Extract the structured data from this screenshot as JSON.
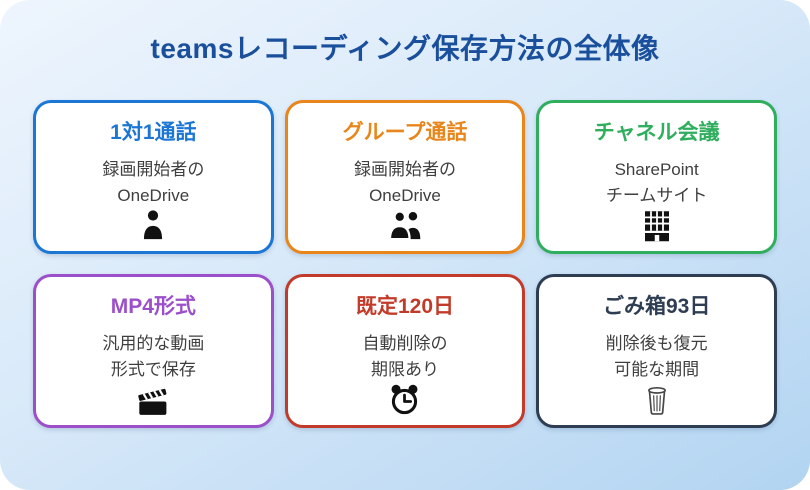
{
  "page": {
    "title": "teamsレコーディング保存方法の全体像",
    "title_color": "#1a4f9c",
    "background_gradient": [
      "#eef5fd",
      "#b2d4f1"
    ],
    "body_text_color": "#3f3f3f"
  },
  "cards": [
    {
      "id": "one-on-one-call",
      "title": "1対1通話",
      "lines": [
        "録画開始者の",
        "OneDrive"
      ],
      "color": "#1b76d4",
      "icon": "person-icon"
    },
    {
      "id": "group-call",
      "title": "グループ通話",
      "lines": [
        "録画開始者の",
        "OneDrive"
      ],
      "color": "#e8861b",
      "icon": "people-icon"
    },
    {
      "id": "channel-meeting",
      "title": "チャネル会議",
      "lines": [
        "SharePoint",
        "チームサイト"
      ],
      "color": "#2fae5e",
      "icon": "building-icon"
    },
    {
      "id": "mp4-format",
      "title": "MP4形式",
      "lines": [
        "汎用的な動画",
        "形式で保存"
      ],
      "color": "#9b4fc8",
      "icon": "clapperboard-icon"
    },
    {
      "id": "default-120-days",
      "title": "既定120日",
      "lines": [
        "自動削除の",
        "期限あり"
      ],
      "color": "#c23b2a",
      "icon": "alarm-clock-icon"
    },
    {
      "id": "recycle-bin-93-days",
      "title": "ごみ箱93日",
      "lines": [
        "削除後も復元",
        "可能な期間"
      ],
      "color": "#2e3d52",
      "icon": "trash-icon"
    }
  ]
}
